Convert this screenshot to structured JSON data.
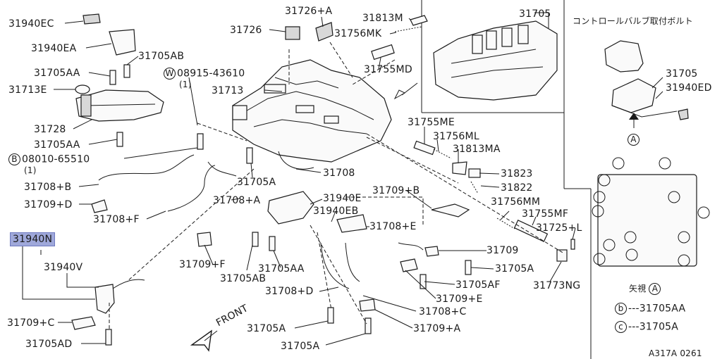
{
  "labels": {
    "l31940ec": "31940EC",
    "l31940ea": "31940EA",
    "l31705ab_top": "31705AB",
    "l31705aa_top": "31705AA",
    "l31713e": "31713E",
    "l31728": "31728",
    "l31705aa_mid": "31705AA",
    "l08010_circ": "B",
    "l08010": "08010-65510",
    "l08010_qty": "(1)",
    "l31708b": "31708+B",
    "l31709d": "31709+D",
    "l31708f": "31708+F",
    "l31940n": "31940N",
    "l31940v": "31940V",
    "l31709c": "31709+C",
    "l31705ad": "31705AD",
    "l31726": "31726",
    "l31726a": "31726+A",
    "l08915_circ": "W",
    "l08915": "08915-43610",
    "l08915_qty": "(1)",
    "l31713": "31713",
    "l31813m": "31813M",
    "l31756mk": "31756MK",
    "l31755md": "31755MD",
    "l31705_inset": "31705",
    "l31755me": "31755ME",
    "l31756ml": "31756ML",
    "l31813ma": "31813MA",
    "l31708": "31708",
    "l31705a_mid": "31705A",
    "l31823": "31823",
    "l31822": "31822",
    "l31940e": "31940E",
    "l31708a": "31708+A",
    "l31940eb": "31940EB",
    "l31709b": "31709+B",
    "l31756mm": "31756MM",
    "l31755mf": "31755MF",
    "l31725l": "31725+L",
    "l31708e": "31708+E",
    "l31709f": "31709+F",
    "l31705aa_low": "31705AA",
    "l31705ab_low": "31705AB",
    "l31709": "31709",
    "l31705a_right": "31705A",
    "l31705af": "31705AF",
    "l31773ng": "31773NG",
    "l31709e": "31709+E",
    "l31708d": "31708+D",
    "l31708c": "31708+C",
    "l31705a_bot1": "31705A",
    "l31709a": "31709+A",
    "l31705a_bot2": "31705A",
    "front": "FRONT"
  },
  "right_panel": {
    "title": "コントロールバルブ取付ボルト",
    "l31705": "31705",
    "l31940ed": "31940ED",
    "arrow_mark": "A",
    "view_label": "矢視",
    "view_mark": "A",
    "legend_b_mark": "b",
    "legend_b_text": "---31705AA",
    "legend_c_mark": "c",
    "legend_c_text": "---31705A"
  },
  "diagram_code": "A317A 0261"
}
